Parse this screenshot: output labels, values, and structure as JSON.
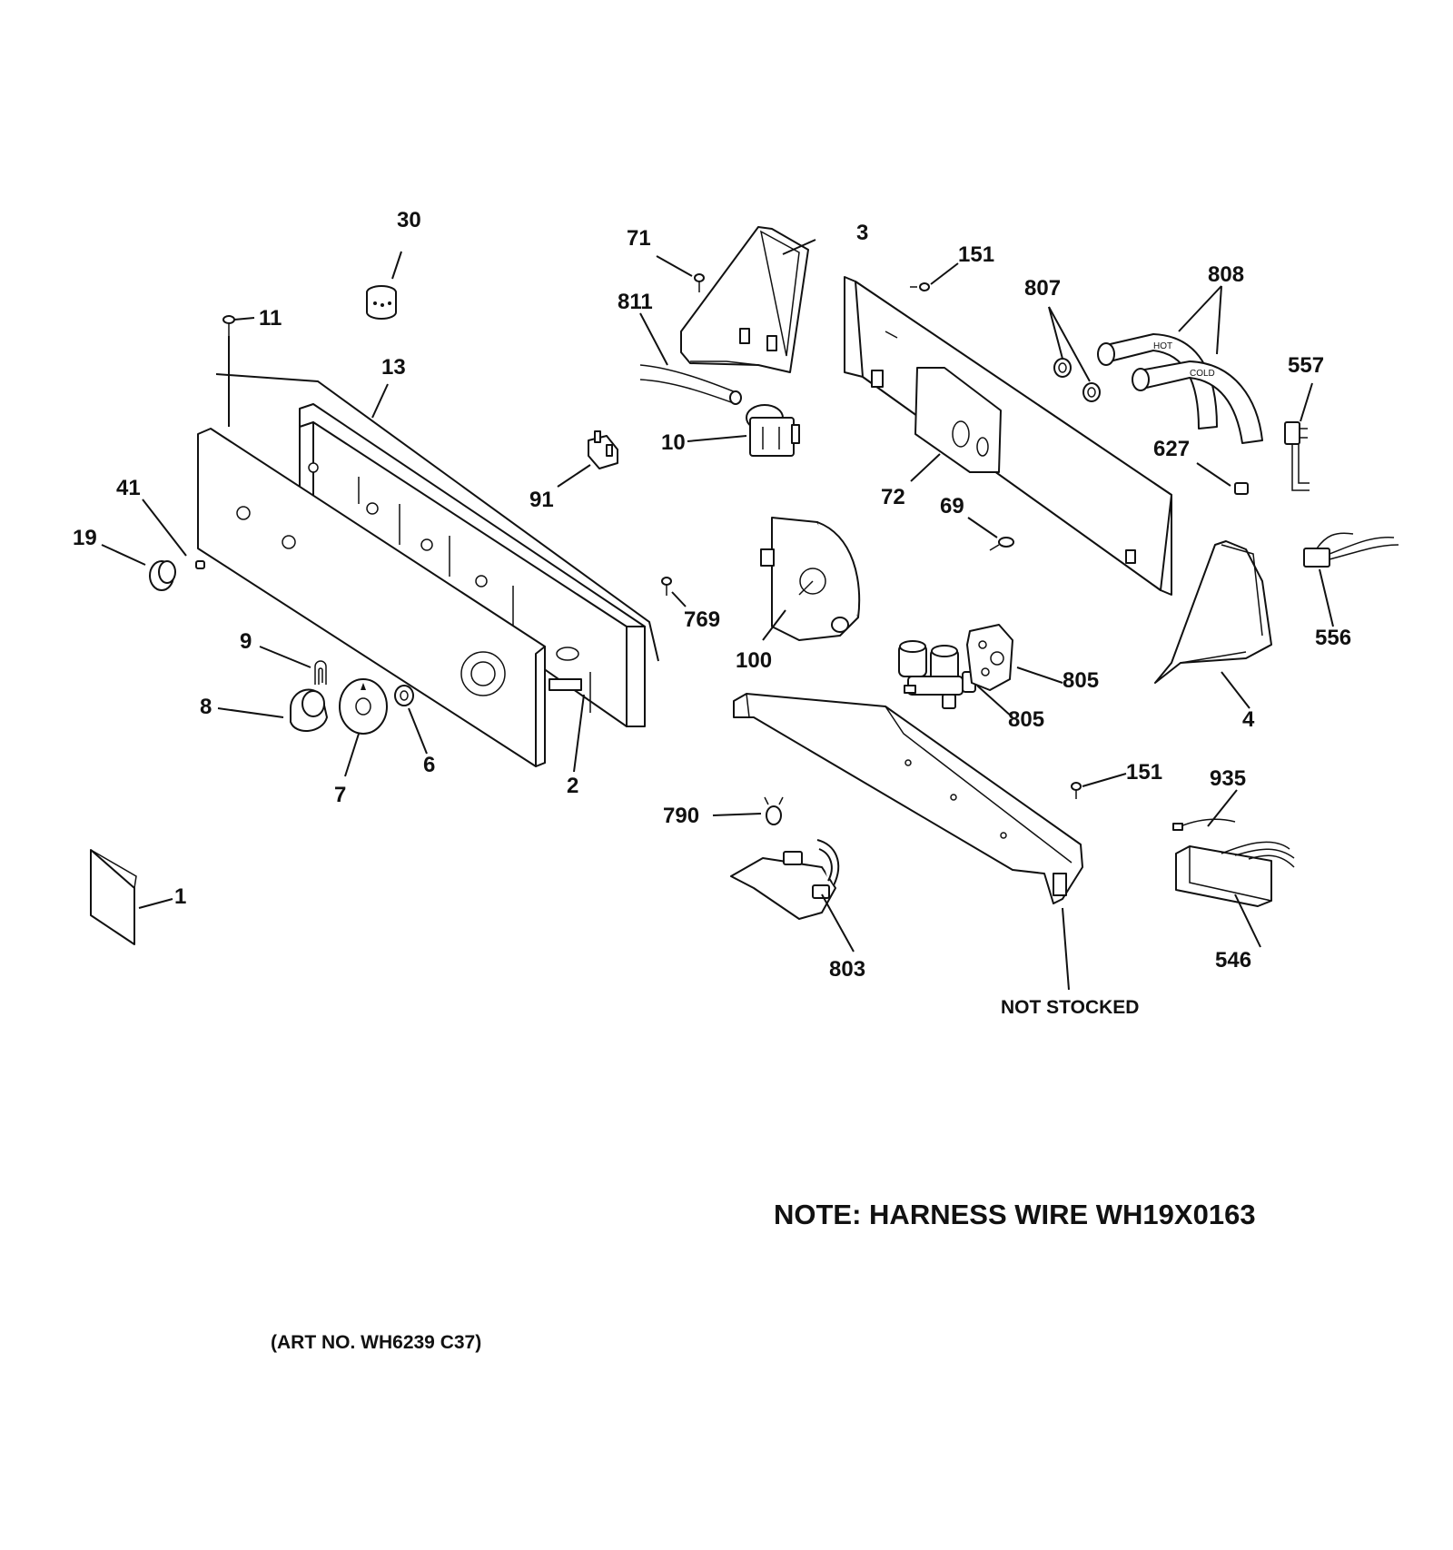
{
  "callouts": {
    "c1": "1",
    "c2": "2",
    "c3": "3",
    "c4": "4",
    "c6": "6",
    "c7": "7",
    "c8": "8",
    "c9": "9",
    "c10": "10",
    "c11": "11",
    "c13": "13",
    "c19": "19",
    "c30": "30",
    "c41": "41",
    "c69": "69",
    "c71": "71",
    "c72": "72",
    "c91": "91",
    "c100": "100",
    "c151a": "151",
    "c151b": "151",
    "c546": "546",
    "c556": "556",
    "c557": "557",
    "c627": "627",
    "c769": "769",
    "c790": "790",
    "c803": "803",
    "c805a": "805",
    "c805b": "805",
    "c807": "807",
    "c808": "808",
    "c811": "811",
    "c935": "935"
  },
  "labels": {
    "not_stocked": "NOT STOCKED",
    "harness_note": "NOTE: HARNESS WIRE WH19X0163",
    "art_no": "(ART NO. WH6239 C37)",
    "hose_hot": "HOT",
    "hose_cold": "COLD"
  }
}
